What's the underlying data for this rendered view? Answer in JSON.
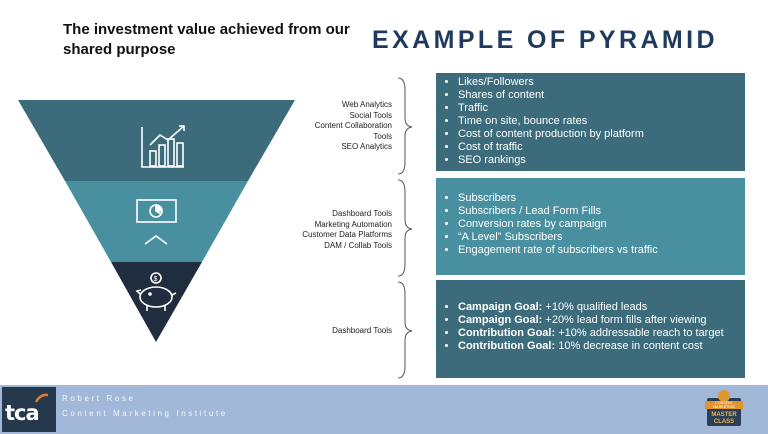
{
  "header": {
    "subtitle": "The investment value achieved from our shared purpose",
    "title": "EXAMPLE OF PYRAMID"
  },
  "colors": {
    "title": "#1f3a5c",
    "tier_top": "#3c6c7c",
    "tier_middle": "#4890a0",
    "tier_bottom": "#1f2d3f",
    "footer": "#a2b8d8",
    "logo_bg": "#26384c"
  },
  "pyramid": {
    "tiers": [
      {
        "icon": "bar-chart-growth-icon"
      },
      {
        "icon": "monitor-pie-chart-icon"
      },
      {
        "icon": "piggy-bank-icon"
      }
    ]
  },
  "tools": [
    [
      "Web Analytics",
      "Social Tools",
      "Content Collaboration",
      "Tools",
      "SEO Analytics"
    ],
    [
      "Dashboard Tools",
      "Marketing Automation",
      "Customer Data Platforms",
      "DAM / Collab Tools"
    ],
    [
      "Dashboard Tools"
    ]
  ],
  "metrics_top": [
    "Likes/Followers",
    "Shares of content",
    "Traffic",
    "Time on site, bounce rates",
    "Cost of content production by platform",
    "Cost of traffic",
    "SEO rankings"
  ],
  "metrics_middle": [
    "Subscribers",
    "Subscribers / Lead Form Fills",
    "Conversion rates by campaign",
    "“A Level” Subscribers",
    "Engagement rate of subscribers vs  traffic"
  ],
  "goals": [
    {
      "label": "Campaign Goal:",
      "text": " +10% qualified leads"
    },
    {
      "label": "Campaign Goal:",
      "text": " +20% lead form fills after viewing"
    },
    {
      "label": "Contribution Goal:",
      "text": " +10% addressable reach to target"
    },
    {
      "label": "Contribution Goal:",
      "text": "  10% decrease in content cost"
    }
  ],
  "footer": {
    "logo": "tca",
    "name": "Robert Rose",
    "org": "Content Marketing Institute",
    "badge": [
      "CONTENT",
      "MARKETING",
      "MASTER",
      "CLASS"
    ]
  }
}
